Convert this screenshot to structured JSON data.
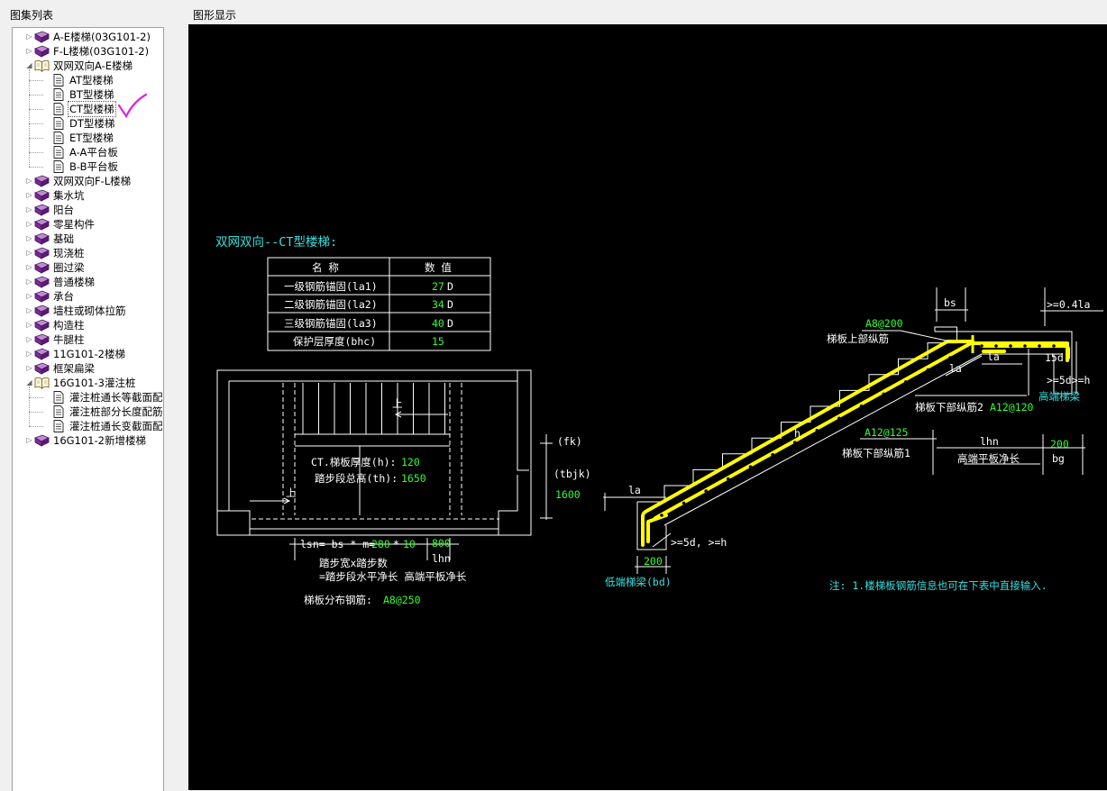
{
  "panels": {
    "tree_title": "图集列表",
    "view_title": "图形显示"
  },
  "tree": [
    {
      "label": "A-E楼梯(03G101-2)",
      "level": 0,
      "type": "book",
      "expander": "collapsed"
    },
    {
      "label": "F-L楼梯(03G101-2)",
      "level": 0,
      "type": "book",
      "expander": "collapsed"
    },
    {
      "label": "双网双向A-E楼梯",
      "level": 0,
      "type": "open-book",
      "expander": "expanded"
    },
    {
      "label": "AT型楼梯",
      "level": 1,
      "type": "doc"
    },
    {
      "label": "BT型楼梯",
      "level": 1,
      "type": "doc"
    },
    {
      "label": "CT型楼梯",
      "level": 1,
      "type": "doc",
      "selected": true
    },
    {
      "label": "DT型楼梯",
      "level": 1,
      "type": "doc"
    },
    {
      "label": "ET型楼梯",
      "level": 1,
      "type": "doc"
    },
    {
      "label": "A-A平台板",
      "level": 1,
      "type": "doc"
    },
    {
      "label": "B-B平台板",
      "level": 1,
      "type": "doc"
    },
    {
      "label": "双网双向F-L楼梯",
      "level": 0,
      "type": "book",
      "expander": "collapsed"
    },
    {
      "label": "集水坑",
      "level": 0,
      "type": "book",
      "expander": "collapsed"
    },
    {
      "label": "阳台",
      "level": 0,
      "type": "book",
      "expander": "collapsed"
    },
    {
      "label": "零星构件",
      "level": 0,
      "type": "book",
      "expander": "collapsed"
    },
    {
      "label": "基础",
      "level": 0,
      "type": "book",
      "expander": "collapsed"
    },
    {
      "label": "现浇桩",
      "level": 0,
      "type": "book",
      "expander": "collapsed"
    },
    {
      "label": "圈过梁",
      "level": 0,
      "type": "book",
      "expander": "collapsed"
    },
    {
      "label": "普通楼梯",
      "level": 0,
      "type": "book",
      "expander": "collapsed"
    },
    {
      "label": "承台",
      "level": 0,
      "type": "book",
      "expander": "collapsed"
    },
    {
      "label": "墙柱或砌体拉筋",
      "level": 0,
      "type": "book",
      "expander": "collapsed"
    },
    {
      "label": "构造柱",
      "level": 0,
      "type": "book",
      "expander": "collapsed"
    },
    {
      "label": "牛腿柱",
      "level": 0,
      "type": "book",
      "expander": "collapsed"
    },
    {
      "label": "11G101-2楼梯",
      "level": 0,
      "type": "book",
      "expander": "collapsed"
    },
    {
      "label": "框架扁梁",
      "level": 0,
      "type": "book",
      "expander": "collapsed"
    },
    {
      "label": "16G101-3灌注桩",
      "level": 0,
      "type": "open-book",
      "expander": "expanded"
    },
    {
      "label": "灌注桩通长等截面配",
      "level": 1,
      "type": "doc"
    },
    {
      "label": "灌注桩部分长度配筋",
      "level": 1,
      "type": "doc"
    },
    {
      "label": "灌注桩通长变截面配",
      "level": 1,
      "type": "doc"
    },
    {
      "label": "16G101-2新增楼梯",
      "level": 0,
      "type": "book",
      "expander": "collapsed"
    }
  ],
  "drawing": {
    "title": "双网双向--CT型楼梯:",
    "table": {
      "headers": [
        "名  称",
        "数  值"
      ],
      "rows": [
        {
          "name": "一级钢筋锚固(la1)",
          "value": "27",
          "unit": "D"
        },
        {
          "name": "二级钢筋锚固(la2)",
          "value": "34",
          "unit": "D"
        },
        {
          "name": "三级钢筋锚固(la3)",
          "value": "40",
          "unit": "D"
        },
        {
          "name": "保护层厚度(bhc)",
          "value": "15",
          "unit": ""
        }
      ]
    },
    "plan": {
      "up1": "上",
      "up2": "上",
      "thickness_label": "CT.梯板厚度(h):",
      "thickness_value": "120",
      "height_label": "踏步段总高(th):",
      "height_value": "1650",
      "fk": "(fk)",
      "tbjk": "(tbjk)",
      "tbjk_value": "1600",
      "lsn_label": "lsn= bs * m=",
      "bs_value": "280",
      "star": "*",
      "m_value": "10",
      "lhn_value": "800",
      "lhn": "lhn",
      "tread_line1": "踏步宽x踏步数",
      "tread_line2": "=踏步段水平净长 高端平板净长",
      "dist_label": "梯板分布钢筋:",
      "dist_value": "A8@250"
    },
    "section": {
      "bs": "bs",
      "ge04la": ">=0.4la",
      "top_bar_value": "A8@200",
      "top_bar_label": "梯板上部纵筋",
      "la_1": "la",
      "la_2": "la",
      "d15": "15d",
      "ge5d_right": ">=5d>=h",
      "high_beam": "高端梯梁",
      "bottom2_label": "梯板下部纵筋2",
      "bottom2_value": "A12@120",
      "h": "h",
      "bottom1_value": "A12@125",
      "bottom1_label": "梯板下部纵筋1",
      "lhn": "lhn",
      "bg_value": "200",
      "lhn_desc": "高端平板净长",
      "bg": "bg",
      "la_left": "la",
      "ge5d_left": ">=5d, >=h",
      "bd_value": "200",
      "low_beam": "低端梯梁(bd)",
      "note": "注: 1.楼梯板钢筋信息也可在下表中直接输入."
    }
  },
  "colors": {
    "canvas": "#000000",
    "value_green": "#33ff33",
    "label_cyan": "#33e0e0",
    "rebar": "#ffff00",
    "checkmark": "#e020e0"
  }
}
